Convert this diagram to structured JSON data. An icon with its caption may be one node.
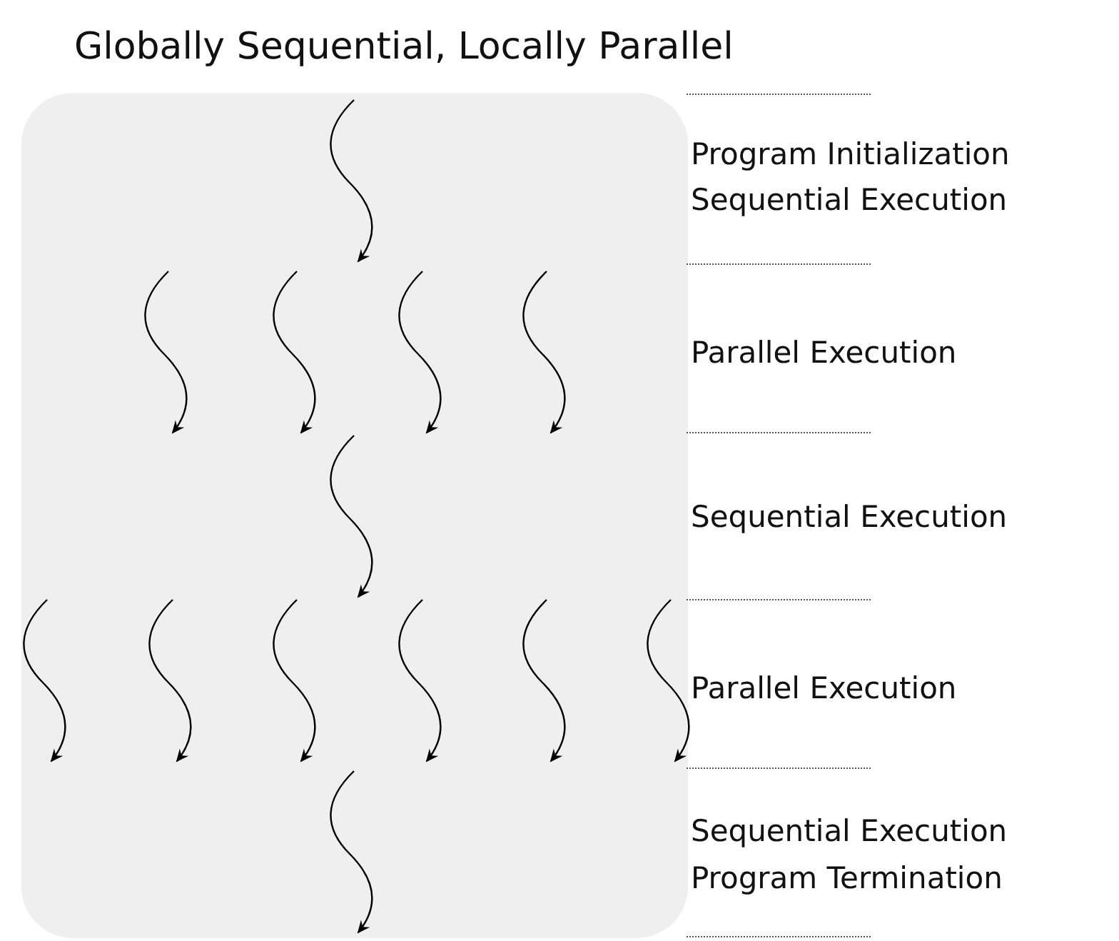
{
  "diagram": {
    "title": "Globally Sequential, Locally Parallel",
    "labels": [
      "Program Initialization",
      "Sequential Execution",
      "Parallel Execution",
      "Sequential Execution",
      "Parallel Execution",
      "Sequential Execution",
      "Program Termination"
    ]
  }
}
